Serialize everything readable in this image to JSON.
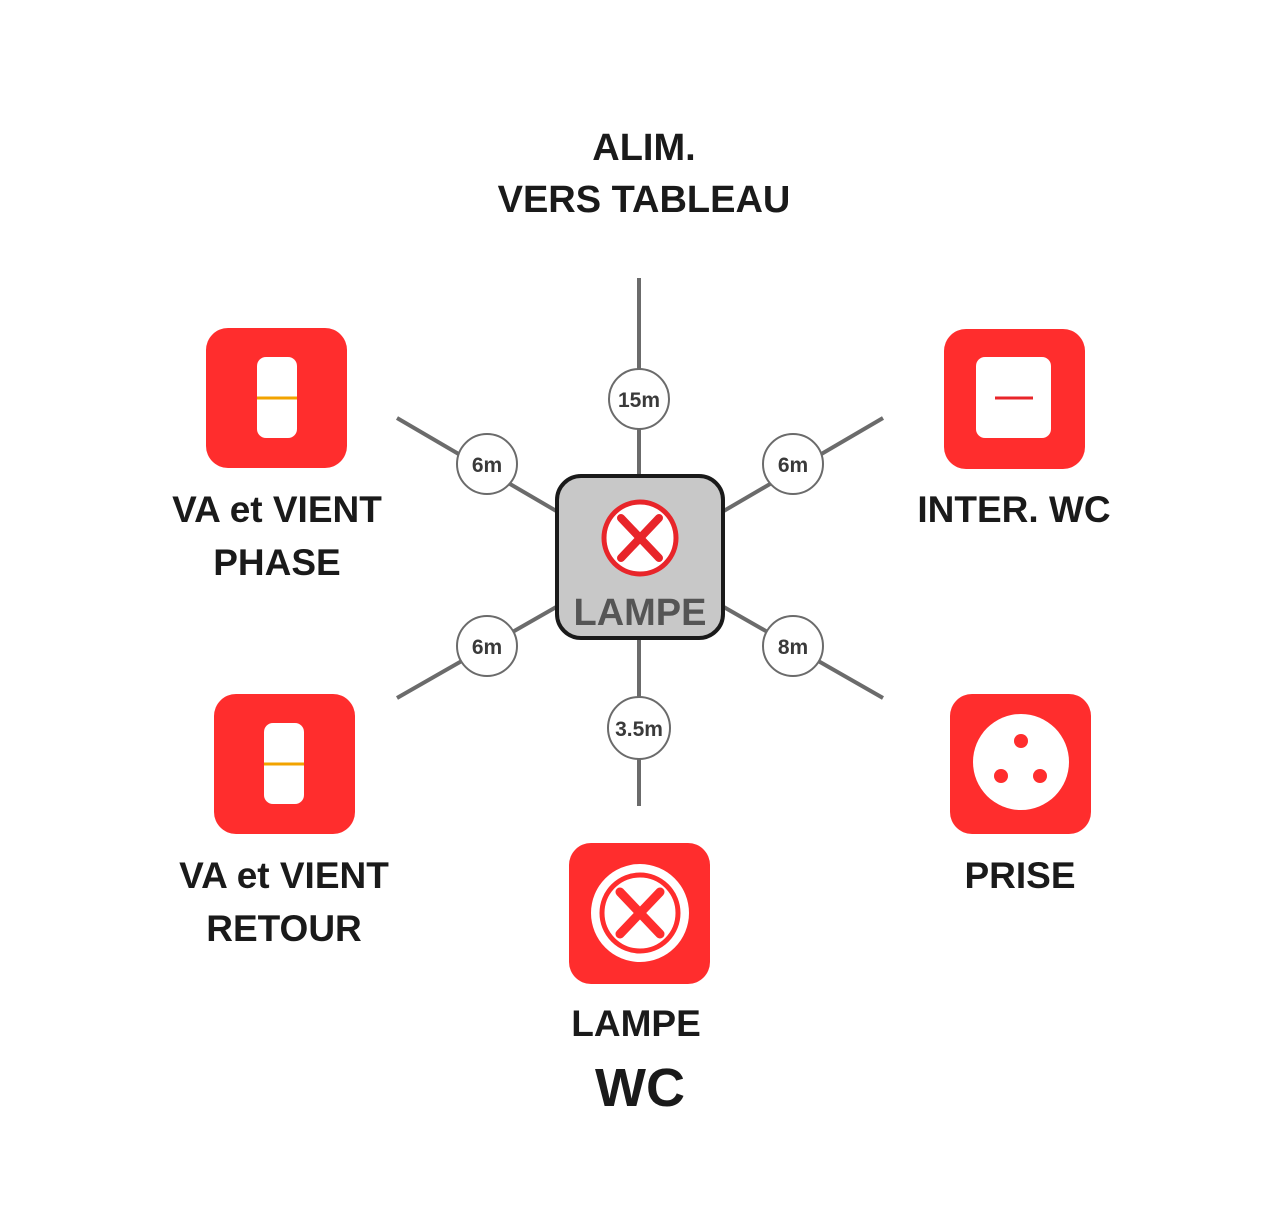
{
  "hub": {
    "label": "LAMPE",
    "icon": "lamp-cross-icon"
  },
  "branches": {
    "top": {
      "length": "15m",
      "label_line1": "ALIM.",
      "label_line2": "VERS TABLEAU"
    },
    "upper_left": {
      "length": "6m",
      "icon": "two-way-switch-icon",
      "label_line1": "VA et VIENT",
      "label_line2": "PHASE"
    },
    "upper_right": {
      "length": "6m",
      "icon": "switch-icon",
      "label_line1": "INTER. WC"
    },
    "lower_left": {
      "length": "6m",
      "icon": "two-way-switch-icon",
      "label_line1": "VA et VIENT",
      "label_line2": "RETOUR"
    },
    "lower_right": {
      "length": "8m",
      "icon": "socket-icon",
      "label_line1": "PRISE"
    },
    "bottom": {
      "length": "3.5m",
      "icon": "lamp-cross-icon",
      "label_line1": "LAMPE",
      "label_line2": "WC"
    }
  },
  "colors": {
    "device_red": "#ff2d2d",
    "hub_gray": "#c8c8c8",
    "wire_gray": "#6b6b6b",
    "switch_accent": "#f2a300",
    "switch_line_red": "#e8252a"
  }
}
